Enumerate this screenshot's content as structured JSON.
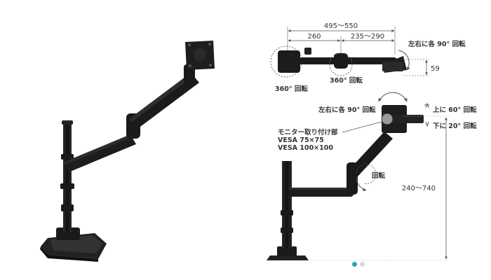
{
  "dimensions": {
    "overall_reach": "495～550",
    "segment_a": "260",
    "segment_b": "235～290",
    "base_rotation": "360° 回転",
    "joint_rotation": "360° 回転",
    "head_swivel_top": "左右に各 90° 回転",
    "clamp_height": "59",
    "head_swivel_side": "左右に各 90° 回転",
    "tilt_up": "上に 60° 回転",
    "tilt_down": "下に 20° 回転",
    "mount_label": "モニター取り付け部",
    "vesa_small": "VESA 75×75",
    "vesa_large": "VESA 100×100",
    "arm_rotation": "回転",
    "height_range": "240～740"
  },
  "carousel": {
    "active_index": 0,
    "total": 2
  },
  "colors": {
    "product": "#1b1b1b",
    "dimension_line": "#555555",
    "carousel_active": "#2aa6a1",
    "carousel_inactive": "#d9d9d9"
  }
}
